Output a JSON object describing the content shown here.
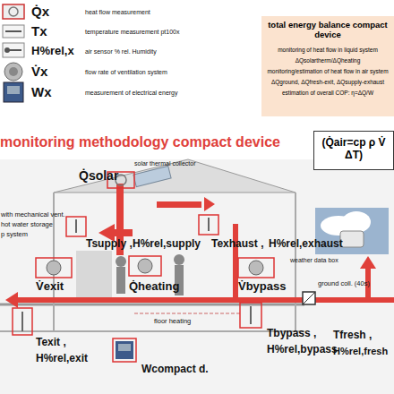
{
  "diagram": {
    "title": "monitoring methodology compact device",
    "nodes": [
      {
        "text": [
          "total energy balance compact device",
          "monitoring of heat flow in liquid system",
          "ΔQsolartherm/ΔQheating",
          "monitoring/estimation of heat flow in air system",
          "ΔQground, ΔQfresh-exit, ΔQsupply-exhaust",
          "estimation of overall COP: η=ΔQ/W"
        ]
      },
      {
        "text": [
          "(Q̇air=cp ρ V̇ ΔT)"
        ]
      }
    ],
    "labels": [
      "Q̇x",
      "Tx",
      "H%rel,x",
      "V̇x",
      "Wx",
      "solar thermal collector",
      "Q̇solar",
      "with mechanical vent.",
      "hot water storage",
      "p system",
      "Tsupply ,",
      "H%rel,supply",
      "Texhaust ,",
      "H%rel,exhaust",
      "weather data box",
      "V̇exit",
      "Q̇heating",
      "V̇bypass",
      "ground coll. (40s)",
      "floor heating",
      "Texit ,",
      "H%rel,exit",
      "Tbypass ,",
      "H%rel,bypass",
      "Tfresh ,",
      "H%rel,fresh",
      "Wcompact d."
    ],
    "legend": [
      {
        "text": "heat flow measurement"
      },
      {
        "text": "temperature measurement pt100x"
      },
      {
        "text": "air sensor % rel. Humidity"
      },
      {
        "text": "flow rate of ventilation system"
      },
      {
        "text": "measurement of electrical energy"
      }
    ]
  }
}
